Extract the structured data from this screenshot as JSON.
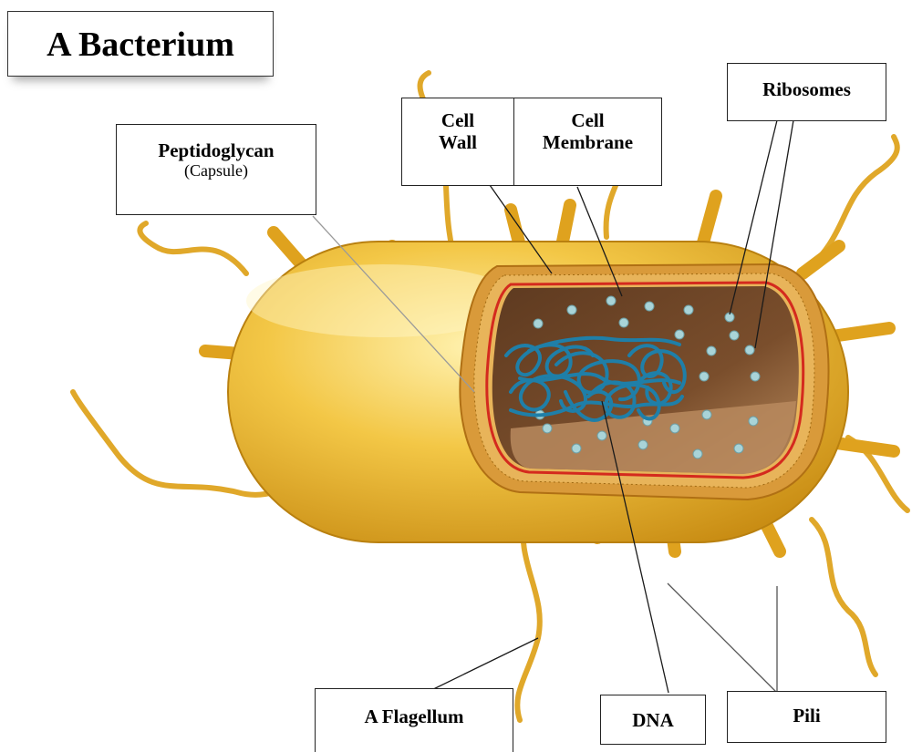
{
  "title": "A Bacterium",
  "labels": {
    "peptidoglycan": "Peptidoglycan",
    "capsule": "(Capsule)",
    "cell_wall_1": "Cell",
    "cell_wall_2": "Wall",
    "cell_membrane_1": "Cell",
    "cell_membrane_2": "Membrane",
    "ribosomes": "Ribosomes",
    "flagellum": "A Flagellum",
    "dna": "DNA",
    "pili": "Pili"
  },
  "colors": {
    "body": "#f2c545",
    "body_dark": "#c98d14",
    "cytoplasm": "#6b4326",
    "membrane": "#d42a1e",
    "dna": "#1f7fa8",
    "ribosome": "#a9d4d8"
  }
}
